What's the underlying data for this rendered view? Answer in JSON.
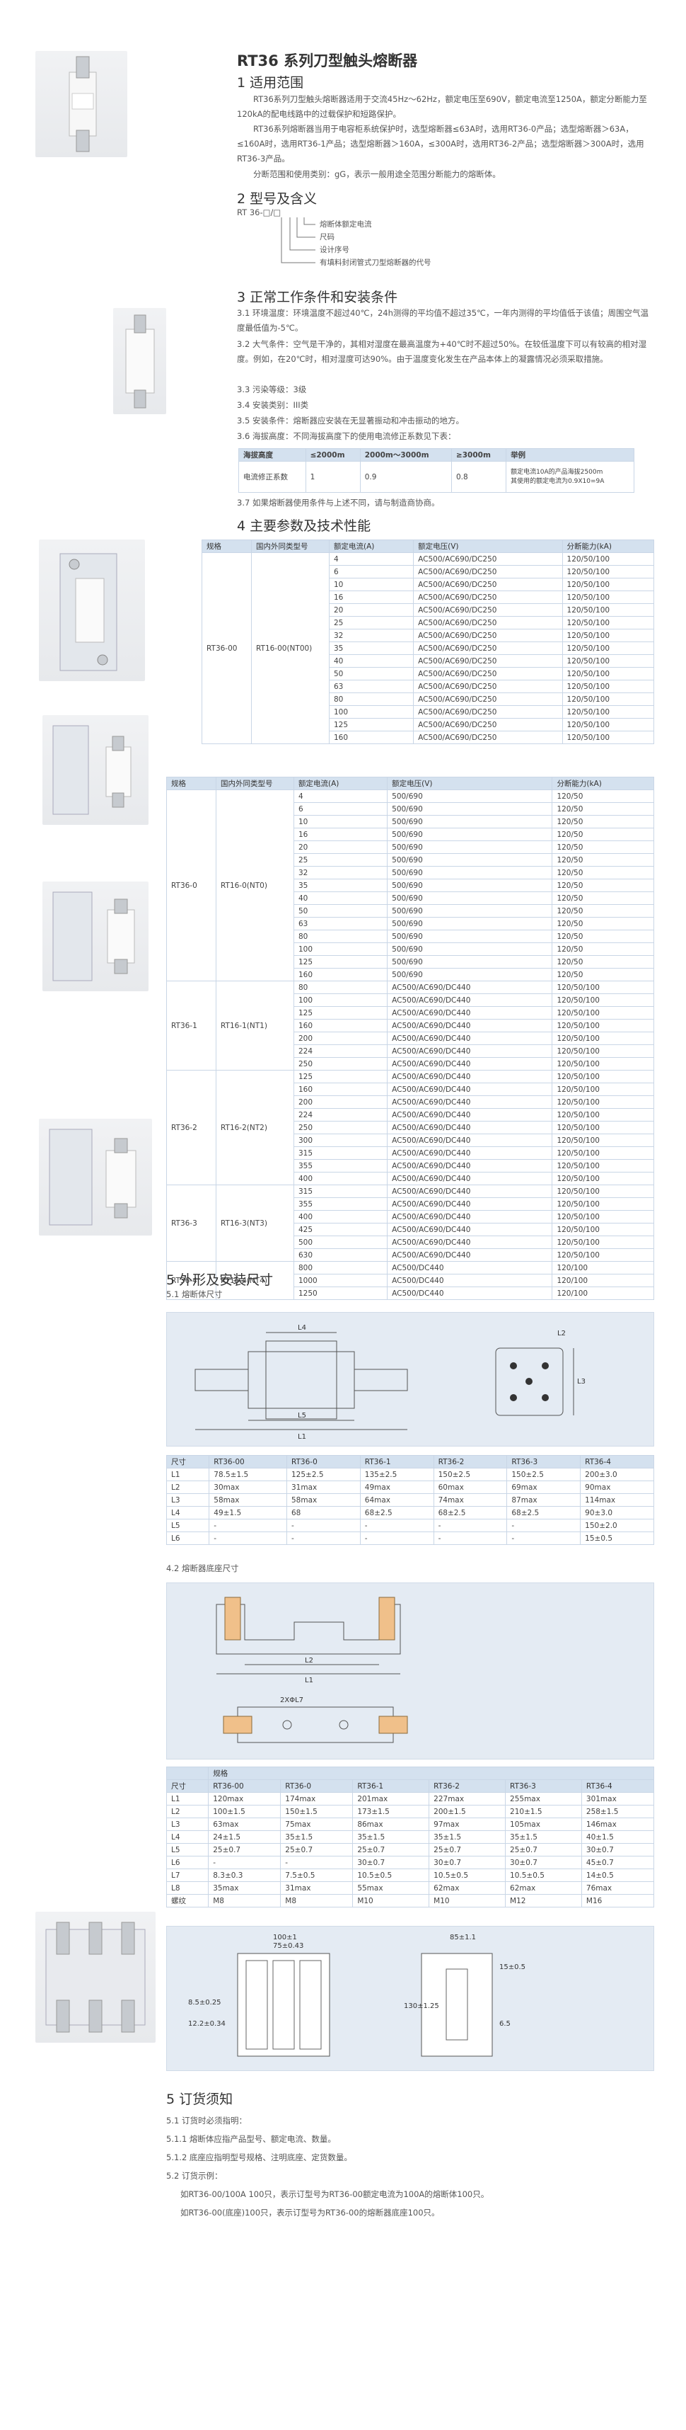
{
  "title": "RT36 系列刀型触头熔断器",
  "s1": {
    "heading": "1 适用范围",
    "p1": "RT36系列刀型触头熔断器适用于交流45Hz～62Hz，额定电压至690V，额定电流至1250A，额定分断能力至120kA的配电线路中的过载保护和短路保护。",
    "p2": "RT36系列熔断器当用于电容柜系统保护时，选型熔断器≤63A时，选用RT36-0产品；选型熔断器＞63A，≤160A时，选用RT36-1产品；选型熔断器＞160A，≤300A时，选用RT36-2产品；选型熔断器＞300A时，选用RT36-3产品。",
    "p3": "分断范围和使用类别：gG，表示一般用途全范围分断能力的熔断体。"
  },
  "s2": {
    "heading": "2 型号及含义",
    "code": "RT 36-□/□",
    "items": [
      "熔断体额定电流",
      "尺码",
      "设计序号",
      "有填料封闭管式刀型熔断器的代号"
    ]
  },
  "s3": {
    "heading": "3 正常工作条件和安装条件",
    "c1": "3.1 环境温度：环境温度不超过40℃，24h测得的平均值不超过35℃，一年内测得的平均值低于该值；周围空气温度最低值为-5℃。",
    "c2": "3.2 大气条件：空气是干净的，其相对湿度在最高温度为+40℃时不超过50%。在较低温度下可以有较高的相对湿度。例如，在20℃时，相对湿度可达90%。由于温度变化发生在产品本体上的凝露情况必须采取措施。",
    "c3": "3.3 污染等级：3级",
    "c4": "3.4 安装类别：III类",
    "c5": "3.5 安装条件：熔断器应安装在无显著振动和冲击振动的地方。",
    "c6": "3.6 海拔高度：不同海拔高度下的使用电流修正系数见下表：",
    "alt_header": [
      "海拔高度",
      "≤2000m",
      "2000m～3000m",
      "≥3000m",
      "举例"
    ],
    "alt_row": [
      "电流修正系数",
      "1",
      "0.9",
      "0.8"
    ],
    "alt_example": [
      "额定电流10A的产品海拔2500m",
      "其使用的额定电流为0.9X10=9A"
    ],
    "c7": "3.7 如果熔断器使用条件与上述不同，请与制造商协商。"
  },
  "s4": {
    "heading": "4 主要参数及技术性能",
    "headers": [
      "规格",
      "国内外同类型号",
      "额定电流(A)",
      "额定电压(V)",
      "分断能力(kA)"
    ],
    "groups": [
      {
        "spec": "RT36-00",
        "type": "RT16-00(NT00)",
        "rows": [
          [
            "4",
            "AC500/AC690/DC250",
            "120/50/100"
          ],
          [
            "6",
            "AC500/AC690/DC250",
            "120/50/100"
          ],
          [
            "10",
            "AC500/AC690/DC250",
            "120/50/100"
          ],
          [
            "16",
            "AC500/AC690/DC250",
            "120/50/100"
          ],
          [
            "20",
            "AC500/AC690/DC250",
            "120/50/100"
          ],
          [
            "25",
            "AC500/AC690/DC250",
            "120/50/100"
          ],
          [
            "32",
            "AC500/AC690/DC250",
            "120/50/100"
          ],
          [
            "35",
            "AC500/AC690/DC250",
            "120/50/100"
          ],
          [
            "40",
            "AC500/AC690/DC250",
            "120/50/100"
          ],
          [
            "50",
            "AC500/AC690/DC250",
            "120/50/100"
          ],
          [
            "63",
            "AC500/AC690/DC250",
            "120/50/100"
          ],
          [
            "80",
            "AC500/AC690/DC250",
            "120/50/100"
          ],
          [
            "100",
            "AC500/AC690/DC250",
            "120/50/100"
          ],
          [
            "125",
            "AC500/AC690/DC250",
            "120/50/100"
          ],
          [
            "160",
            "AC500/AC690/DC250",
            "120/50/100"
          ]
        ]
      },
      {
        "spec": "RT36-0",
        "type": "RT16-0(NT0)",
        "rows": [
          [
            "4",
            "500/690",
            "120/50"
          ],
          [
            "6",
            "500/690",
            "120/50"
          ],
          [
            "10",
            "500/690",
            "120/50"
          ],
          [
            "16",
            "500/690",
            "120/50"
          ],
          [
            "20",
            "500/690",
            "120/50"
          ],
          [
            "25",
            "500/690",
            "120/50"
          ],
          [
            "32",
            "500/690",
            "120/50"
          ],
          [
            "35",
            "500/690",
            "120/50"
          ],
          [
            "40",
            "500/690",
            "120/50"
          ],
          [
            "50",
            "500/690",
            "120/50"
          ],
          [
            "63",
            "500/690",
            "120/50"
          ],
          [
            "80",
            "500/690",
            "120/50"
          ],
          [
            "100",
            "500/690",
            "120/50"
          ],
          [
            "125",
            "500/690",
            "120/50"
          ],
          [
            "160",
            "500/690",
            "120/50"
          ]
        ]
      },
      {
        "spec": "RT36-1",
        "type": "RT16-1(NT1)",
        "rows": [
          [
            "80",
            "AC500/AC690/DC440",
            "120/50/100"
          ],
          [
            "100",
            "AC500/AC690/DC440",
            "120/50/100"
          ],
          [
            "125",
            "AC500/AC690/DC440",
            "120/50/100"
          ],
          [
            "160",
            "AC500/AC690/DC440",
            "120/50/100"
          ],
          [
            "200",
            "AC500/AC690/DC440",
            "120/50/100"
          ],
          [
            "224",
            "AC500/AC690/DC440",
            "120/50/100"
          ],
          [
            "250",
            "AC500/AC690/DC440",
            "120/50/100"
          ]
        ]
      },
      {
        "spec": "RT36-2",
        "type": "RT16-2(NT2)",
        "rows": [
          [
            "125",
            "AC500/AC690/DC440",
            "120/50/100"
          ],
          [
            "160",
            "AC500/AC690/DC440",
            "120/50/100"
          ],
          [
            "200",
            "AC500/AC690/DC440",
            "120/50/100"
          ],
          [
            "224",
            "AC500/AC690/DC440",
            "120/50/100"
          ],
          [
            "250",
            "AC500/AC690/DC440",
            "120/50/100"
          ],
          [
            "300",
            "AC500/AC690/DC440",
            "120/50/100"
          ],
          [
            "315",
            "AC500/AC690/DC440",
            "120/50/100"
          ],
          [
            "355",
            "AC500/AC690/DC440",
            "120/50/100"
          ],
          [
            "400",
            "AC500/AC690/DC440",
            "120/50/100"
          ]
        ]
      },
      {
        "spec": "RT36-3",
        "type": "RT16-3(NT3)",
        "rows": [
          [
            "315",
            "AC500/AC690/DC440",
            "120/50/100"
          ],
          [
            "355",
            "AC500/AC690/DC440",
            "120/50/100"
          ],
          [
            "400",
            "AC500/AC690/DC440",
            "120/50/100"
          ],
          [
            "425",
            "AC500/AC690/DC440",
            "120/50/100"
          ],
          [
            "500",
            "AC500/AC690/DC440",
            "120/50/100"
          ],
          [
            "630",
            "AC500/AC690/DC440",
            "120/50/100"
          ]
        ]
      },
      {
        "spec": "RT36-4",
        "type": "RT16-4(NT4)",
        "rows": [
          [
            "800",
            "AC500/DC440",
            "120/100"
          ],
          [
            "1000",
            "AC500/DC440",
            "120/100"
          ],
          [
            "1250",
            "AC500/DC440",
            "120/100"
          ]
        ]
      }
    ]
  },
  "s5": {
    "heading": "5 外形及安装尺寸",
    "sub1": "5.1 熔断体尺寸",
    "t1_headers": [
      "尺寸",
      "RT36-00",
      "RT36-0",
      "RT36-1",
      "RT36-2",
      "RT36-3",
      "RT36-4"
    ],
    "t1_rows": [
      [
        "L1",
        "78.5±1.5",
        "125±2.5",
        "135±2.5",
        "150±2.5",
        "150±2.5",
        "200±3.0"
      ],
      [
        "L2",
        "30max",
        "31max",
        "49max",
        "60max",
        "69max",
        "90max"
      ],
      [
        "L3",
        "58max",
        "58max",
        "64max",
        "74max",
        "87max",
        "114max"
      ],
      [
        "L4",
        "49±1.5",
        "68",
        "68±2.5",
        "68±2.5",
        "68±2.5",
        "90±3.0"
      ],
      [
        "L5",
        "-",
        "-",
        "-",
        "-",
        "-",
        "150±2.0"
      ],
      [
        "L6",
        "-",
        "-",
        "-",
        "-",
        "-",
        "15±0.5"
      ]
    ],
    "sub2": "4.2 熔断器底座尺寸",
    "t2_caption": "规格",
    "t2_headers": [
      "尺寸",
      "RT36-00",
      "RT36-0",
      "RT36-1",
      "RT36-2",
      "RT36-3",
      "RT36-4"
    ],
    "t2_rows": [
      [
        "L1",
        "120max",
        "174max",
        "201max",
        "227max",
        "255max",
        "301max"
      ],
      [
        "L2",
        "100±1.5",
        "150±1.5",
        "173±1.5",
        "200±1.5",
        "210±1.5",
        "258±1.5"
      ],
      [
        "L3",
        "63max",
        "75max",
        "86max",
        "97max",
        "105max",
        "146max"
      ],
      [
        "L4",
        "24±1.5",
        "35±1.5",
        "35±1.5",
        "35±1.5",
        "35±1.5",
        "40±1.5"
      ],
      [
        "L5",
        "25±0.7",
        "25±0.7",
        "25±0.7",
        "25±0.7",
        "25±0.7",
        "30±0.7"
      ],
      [
        "L6",
        "-",
        "-",
        "30±0.7",
        "30±0.7",
        "30±0.7",
        "45±0.7"
      ],
      [
        "L7",
        "8.3±0.3",
        "7.5±0.5",
        "10.5±0.5",
        "10.5±0.5",
        "10.5±0.5",
        "14±0.5"
      ],
      [
        "L8",
        "35max",
        "31max",
        "55max",
        "62max",
        "62max",
        "76max"
      ],
      [
        "螺纹",
        "M8",
        "M8",
        "M10",
        "M10",
        "M12",
        "M16"
      ]
    ],
    "dims": {
      "d1": "100±1",
      "d2": "75±0.43",
      "d3": "85±1.1",
      "d4": "8.5±0.25",
      "d5": "12.2±0.34",
      "d6": "130±1.25",
      "d7": "15±0.5",
      "d8": "6.5",
      "l4label": "L4",
      "l5label": "L5",
      "l1label": "L1",
      "l2label": "L2",
      "l3label": "L3",
      "holes": "2XΦL7"
    }
  },
  "s6": {
    "heading": "5 订货须知",
    "lines": [
      "5.1 订货时必须指明：",
      "5.1.1 熔断体应指产品型号、额定电流、数量。",
      "5.1.2 底座应指明型号规格、注明底座、定货数量。",
      "5.2 订货示例：",
      "如RT36-00/100A 100只，表示订型号为RT36-00额定电流为100A的熔断体100只。",
      "如RT36-00(底座)100只，表示订型号为RT36-00的熔断器底座100只。"
    ]
  }
}
